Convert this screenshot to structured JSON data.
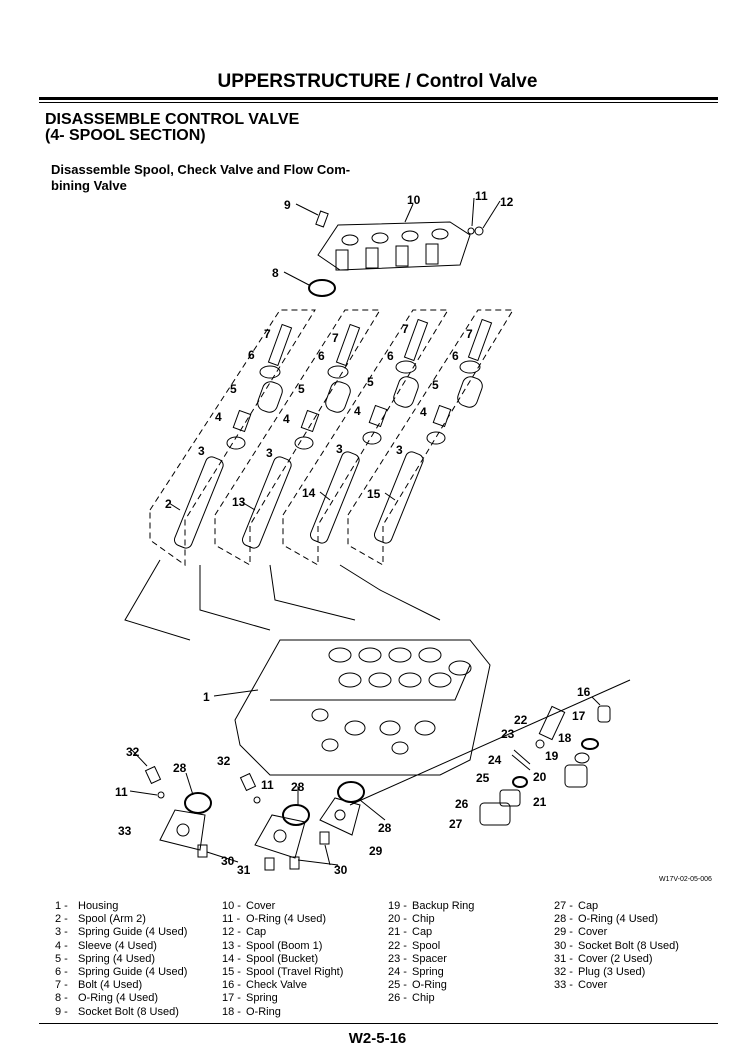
{
  "header": {
    "title": "UPPERSTRUCTURE / Control Valve"
  },
  "section": {
    "title_line1": "DISASSEMBLE CONTROL VALVE",
    "title_line2": "(4- SPOOL SECTION)"
  },
  "subsection": {
    "title": "Disassemble Spool, Check Valve and Flow Com-bining Valve"
  },
  "diagram": {
    "figure_code": "W17V-02-05-006",
    "callouts": [
      "9",
      "10",
      "11",
      "12",
      "8",
      "7",
      "7",
      "7",
      "7",
      "6",
      "6",
      "6",
      "6",
      "5",
      "5",
      "5",
      "5",
      "4",
      "4",
      "4",
      "4",
      "3",
      "3",
      "3",
      "3",
      "2",
      "13",
      "14",
      "15",
      "1",
      "16",
      "17",
      "22",
      "23",
      "18",
      "19",
      "24",
      "20",
      "25",
      "21",
      "26",
      "27",
      "32",
      "32",
      "28",
      "28",
      "28",
      "11",
      "11",
      "33",
      "31",
      "30",
      "30",
      "29"
    ]
  },
  "legend": {
    "columns": [
      [
        {
          "num": "1 -",
          "label": "Housing"
        },
        {
          "num": "2 -",
          "label": "Spool (Arm 2)"
        },
        {
          "num": "3 -",
          "label": "Spring Guide (4 Used)"
        },
        {
          "num": "4 -",
          "label": "Sleeve (4 Used)"
        },
        {
          "num": "5 -",
          "label": "Spring (4 Used)"
        },
        {
          "num": "6 -",
          "label": "Spring Guide (4 Used)"
        },
        {
          "num": "7 -",
          "label": "Bolt (4 Used)"
        },
        {
          "num": "8 -",
          "label": "O-Ring (4 Used)"
        },
        {
          "num": "9 -",
          "label": "Socket Bolt (8 Used)"
        }
      ],
      [
        {
          "num": "10 -",
          "label": "Cover"
        },
        {
          "num": "11 -",
          "label": "O-Ring (4 Used)"
        },
        {
          "num": "12 -",
          "label": "Cap"
        },
        {
          "num": "13 -",
          "label": "Spool (Boom 1)"
        },
        {
          "num": "14 -",
          "label": "Spool (Bucket)"
        },
        {
          "num": "15 -",
          "label": "Spool (Travel Right)"
        },
        {
          "num": "16 -",
          "label": "Check Valve"
        },
        {
          "num": "17 -",
          "label": "Spring"
        },
        {
          "num": "18 -",
          "label": "O-Ring"
        }
      ],
      [
        {
          "num": "19 -",
          "label": "Backup Ring"
        },
        {
          "num": "20 -",
          "label": "Chip"
        },
        {
          "num": "21 -",
          "label": "Cap"
        },
        {
          "num": "22 -",
          "label": "Spool"
        },
        {
          "num": "23 -",
          "label": "Spacer"
        },
        {
          "num": "24 -",
          "label": "Spring"
        },
        {
          "num": "25 -",
          "label": "O-Ring"
        },
        {
          "num": "26 -",
          "label": "Chip"
        }
      ],
      [
        {
          "num": "27 -",
          "label": "Cap"
        },
        {
          "num": "28 -",
          "label": "O-Ring (4 Used)"
        },
        {
          "num": "29 -",
          "label": "Cover"
        },
        {
          "num": "30 -",
          "label": "Socket Bolt (8 Used)"
        },
        {
          "num": "31 -",
          "label": "Cover (2 Used)"
        },
        {
          "num": "32 -",
          "label": "Plug (3 Used)"
        },
        {
          "num": "33 -",
          "label": "Cover"
        }
      ]
    ]
  },
  "footer": {
    "page_number": "W2-5-16"
  }
}
